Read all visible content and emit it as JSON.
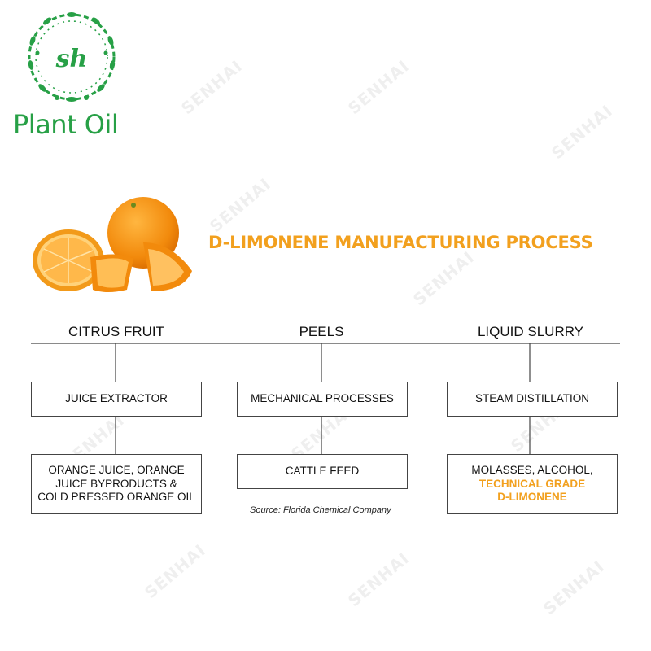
{
  "brand": {
    "monogram": "sh",
    "name": "Plant Oil",
    "color": "#27a046"
  },
  "watermark": "SENHAI",
  "title": "D-LIMONENE MANUFACTURING PROCESS",
  "accent_color": "#f2a01e",
  "columns": [
    {
      "label": "CITRUS FRUIT",
      "step": "JUICE EXTRACTOR",
      "result_lines": [
        "ORANGE JUICE, ORANGE",
        "JUICE BYPRODUCTS &",
        "COLD PRESSED ORANGE OIL"
      ]
    },
    {
      "label": "PEELS",
      "step": "MECHANICAL PROCESSES",
      "result_lines": [
        "CATTLE FEED"
      ]
    },
    {
      "label": "LIQUID SLURRY",
      "step": "STEAM DISTILLATION",
      "result_lines": [
        "MOLASSES, ALCOHOL,"
      ],
      "result_highlight_lines": [
        "TECHNICAL GRADE",
        "D-LIMONENE"
      ]
    }
  ],
  "source": "Source: Florida Chemical Company"
}
